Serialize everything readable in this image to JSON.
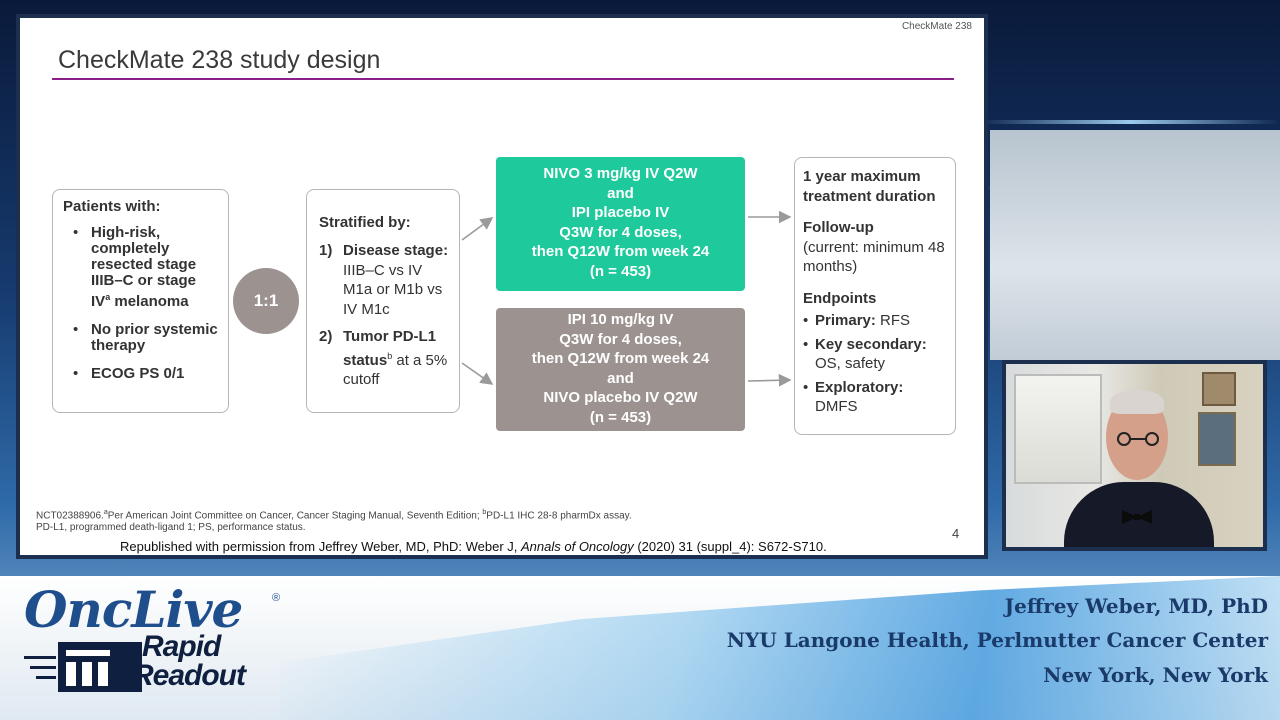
{
  "slide": {
    "tag": "CheckMate 238",
    "title": "CheckMate 238 study design",
    "patients": {
      "heading": "Patients with:",
      "items": [
        "High-risk, completely resected stage IIIB–C or stage IV",
        "No prior systemic therapy",
        "ECOG PS 0/1"
      ],
      "item1_sup": "a",
      "item1_tail": "melanoma"
    },
    "ratio": "1:1",
    "stratification": {
      "heading": "Stratified by:",
      "items": [
        {
          "num": "1)",
          "bold": "Disease stage:",
          "text": " IIIB–C vs IV M1a or M1b vs IV M1c",
          "sup": ""
        },
        {
          "num": "2)",
          "bold": "Tumor PD-L1 status",
          "text": " at a 5% cutoff",
          "sup": "b"
        }
      ]
    },
    "arm_nivo": [
      "NIVO 3 mg/kg IV Q2W",
      "and",
      "IPI placebo IV",
      "Q3W for 4 doses,",
      "then Q12W from week 24",
      "(n = 453)"
    ],
    "arm_ipi": [
      "IPI 10 mg/kg IV",
      "Q3W for 4 doses,",
      "then Q12W from week 24",
      "and",
      "NIVO placebo IV Q2W",
      "(n = 453)"
    ],
    "outcomes": {
      "duration": "1 year maximum treatment duration",
      "followup_heading": "Follow-up",
      "followup_text": "(current: minimum 48 months)",
      "endpoints_heading": "Endpoints",
      "endpoints": [
        {
          "label": "Primary:",
          "value": " RFS"
        },
        {
          "label": "Key secondary:",
          "value": " OS, safety"
        },
        {
          "label": "Exploratory:",
          "value": " DMFS"
        }
      ]
    },
    "footnote1_a": "NCT02388906.",
    "footnote1_b": "Per American Joint Committee on Cancer, Cancer Staging Manual, Seventh Edition; ",
    "footnote1_c": "PD-L1 IHC 28-8 pharmDx assay.",
    "footnote1_sup_a": "a",
    "footnote1_sup_b": "b",
    "footnote2": "PD-L1, programmed death-ligand 1; PS, performance status.",
    "page_number": "4",
    "credit_pre": "Republished with permission from Jeffrey Weber, MD, PhD: Weber J, ",
    "credit_journal": "Annals of Oncology",
    "credit_post": " (2020) 31 (suppl_4): S672-S710."
  },
  "brand": {
    "onclive": "OncLive",
    "registered": "®",
    "rapid": "Rapid",
    "readout": "Readout"
  },
  "speaker": {
    "name": "Jeffrey Weber, MD, PhD",
    "affiliation": "NYU Langone Health, Perlmutter Cancer Center",
    "location": "New York, New York"
  },
  "colors": {
    "accent_rule": "#8b1f8a",
    "nivo_arm": "#1ec99c",
    "ipi_arm": "#9c9390"
  }
}
